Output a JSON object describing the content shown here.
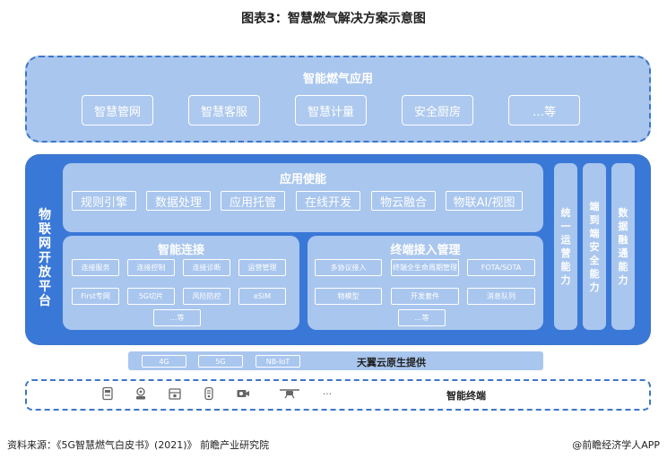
{
  "title": "图表3：智慧燃气解决方案示意图",
  "application_layer": {
    "title": "智能燃气应用",
    "items": [
      "智慧管网",
      "智慧客服",
      "智慧计量",
      "安全厨房",
      "…等"
    ]
  },
  "platform": {
    "label": "物联网开放平台",
    "app_enablement": {
      "title": "应用使能",
      "items": [
        "规则引擎",
        "数据处理",
        "应用托管",
        "在线开发",
        "物云融合",
        "物联AI/视图"
      ]
    },
    "smart_connection": {
      "title": "智能连接",
      "items": [
        "连接服务",
        "连接控制",
        "连接诊断",
        "运营管理",
        "First专网",
        "5G切片",
        "风险防控",
        "eSIM",
        "…等"
      ]
    },
    "terminal_access": {
      "title": "终端接入管理",
      "items": [
        "多协议接入",
        "终端全生命周期管理",
        "FOTA/SOTA",
        "物模型",
        "开发套件",
        "消息队列",
        "…等"
      ]
    },
    "side_columns": [
      "统一运营能力",
      "端到端安全能力",
      "数据融通能力"
    ]
  },
  "network_layer": {
    "items": [
      "4G",
      "5G",
      "NB-IoT"
    ],
    "label": "天翼云原生提供"
  },
  "terminal_layer": {
    "icons": [
      "meter-icon",
      "sensor-icon",
      "cooker-icon",
      "gas-detector-icon",
      "camera-icon",
      "drone-icon"
    ],
    "ellipsis": "…",
    "label": "智能终端"
  },
  "footer": {
    "source": "资料来源：《5G智慧燃气白皮书》(2021)》 前瞻产业研究院",
    "brand": "@前瞻经济学人APP"
  },
  "colors": {
    "dark_blue": "#3a78d8",
    "light_blue": "#a9c6ee",
    "border_blue": "#3d76c8"
  }
}
